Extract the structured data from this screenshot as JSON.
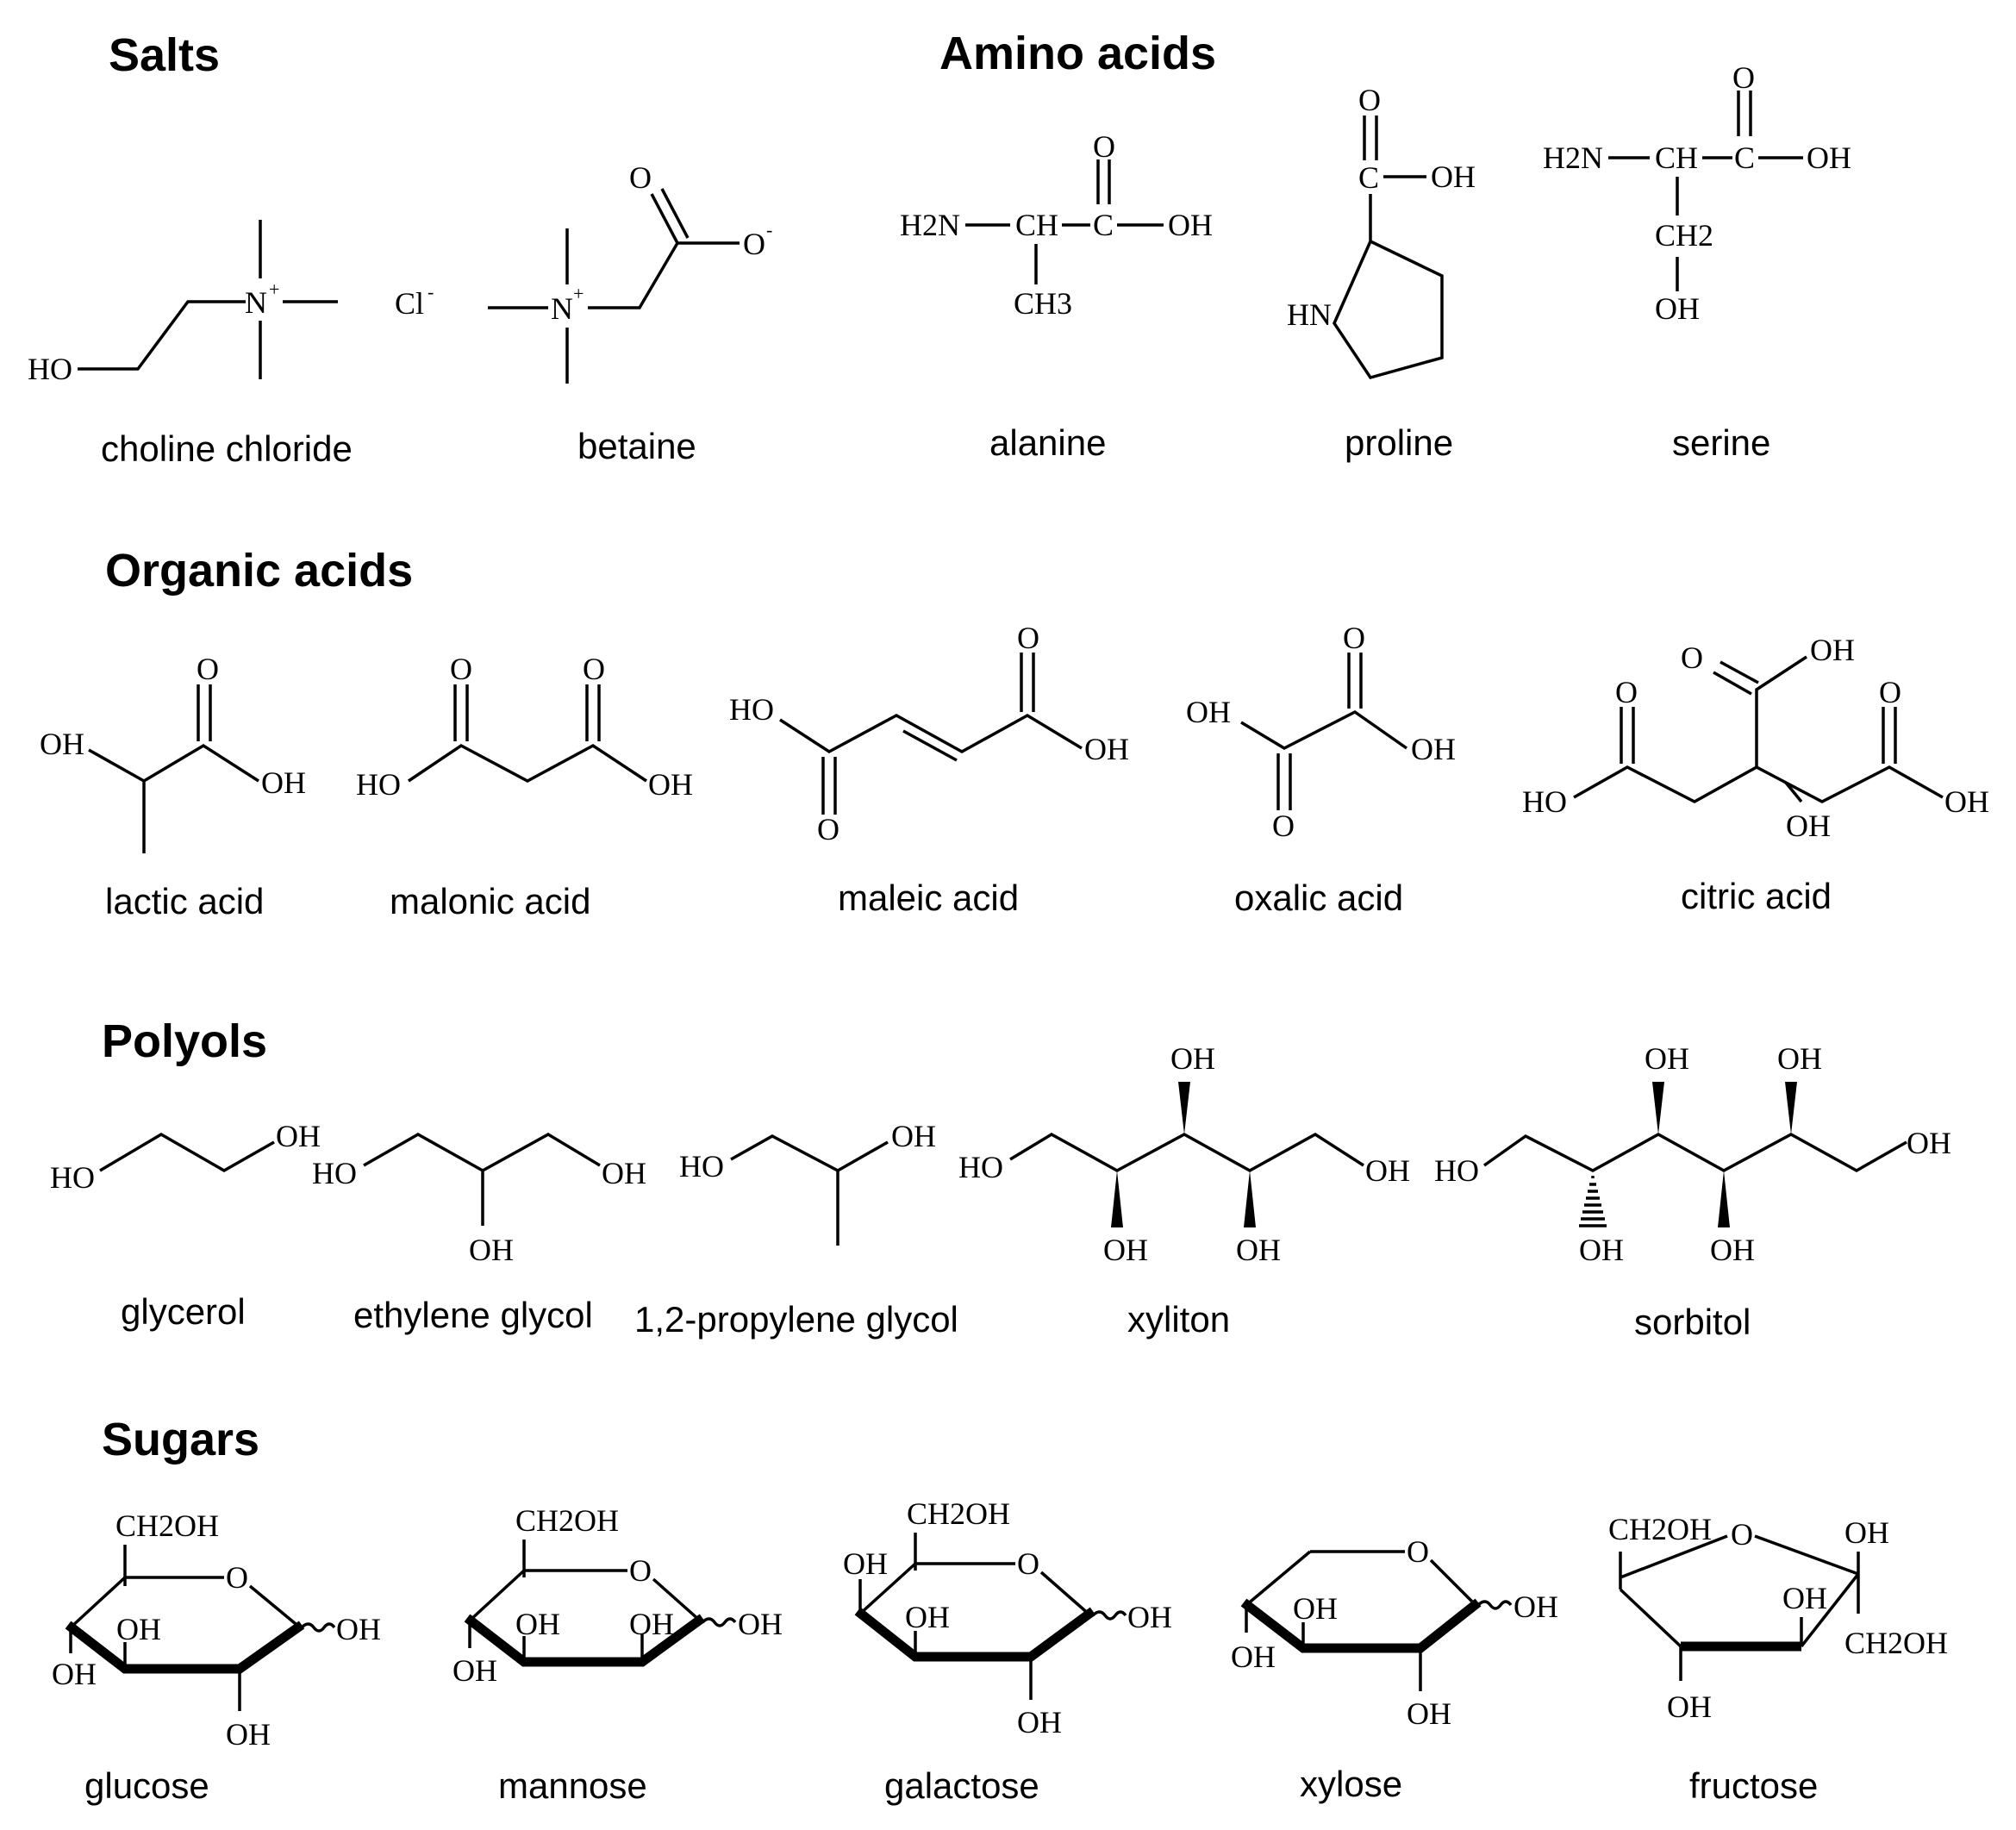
{
  "headings": {
    "salts": "Salts",
    "amino_acids": "Amino acids",
    "organic_acids": "Organic acids",
    "polyols": "Polyols",
    "sugars": "Sugars"
  },
  "compounds": {
    "choline_chloride": "choline chloride",
    "betaine": "betaine",
    "alanine": "alanine",
    "proline": "proline",
    "serine": "serine",
    "lactic_acid": "lactic acid",
    "malonic_acid": "malonic acid",
    "maleic_acid": "maleic acid",
    "oxalic_acid": "oxalic acid",
    "citric_acid": "citric acid",
    "glycerol": "glycerol",
    "ethylene_glycol": "ethylene glycol",
    "propylene_glycol": "1,2-propylene glycol",
    "xyliton": "xyliton",
    "sorbitol": "sorbitol",
    "glucose": "glucose",
    "mannose": "mannose",
    "galactose": "galactose",
    "xylose": "xylose",
    "fructose": "fructose"
  },
  "atoms": {
    "HO": "HO",
    "OH": "OH",
    "O": "O",
    "Ominus": "O",
    "minus": "-",
    "N": "N",
    "plus": "+",
    "Cl": "Cl",
    "H2N": "H2N",
    "HN": "HN",
    "C": "C",
    "CH": "CH",
    "CH2": "CH2",
    "CH3": "CH3",
    "CH2OH": "CH2OH"
  }
}
